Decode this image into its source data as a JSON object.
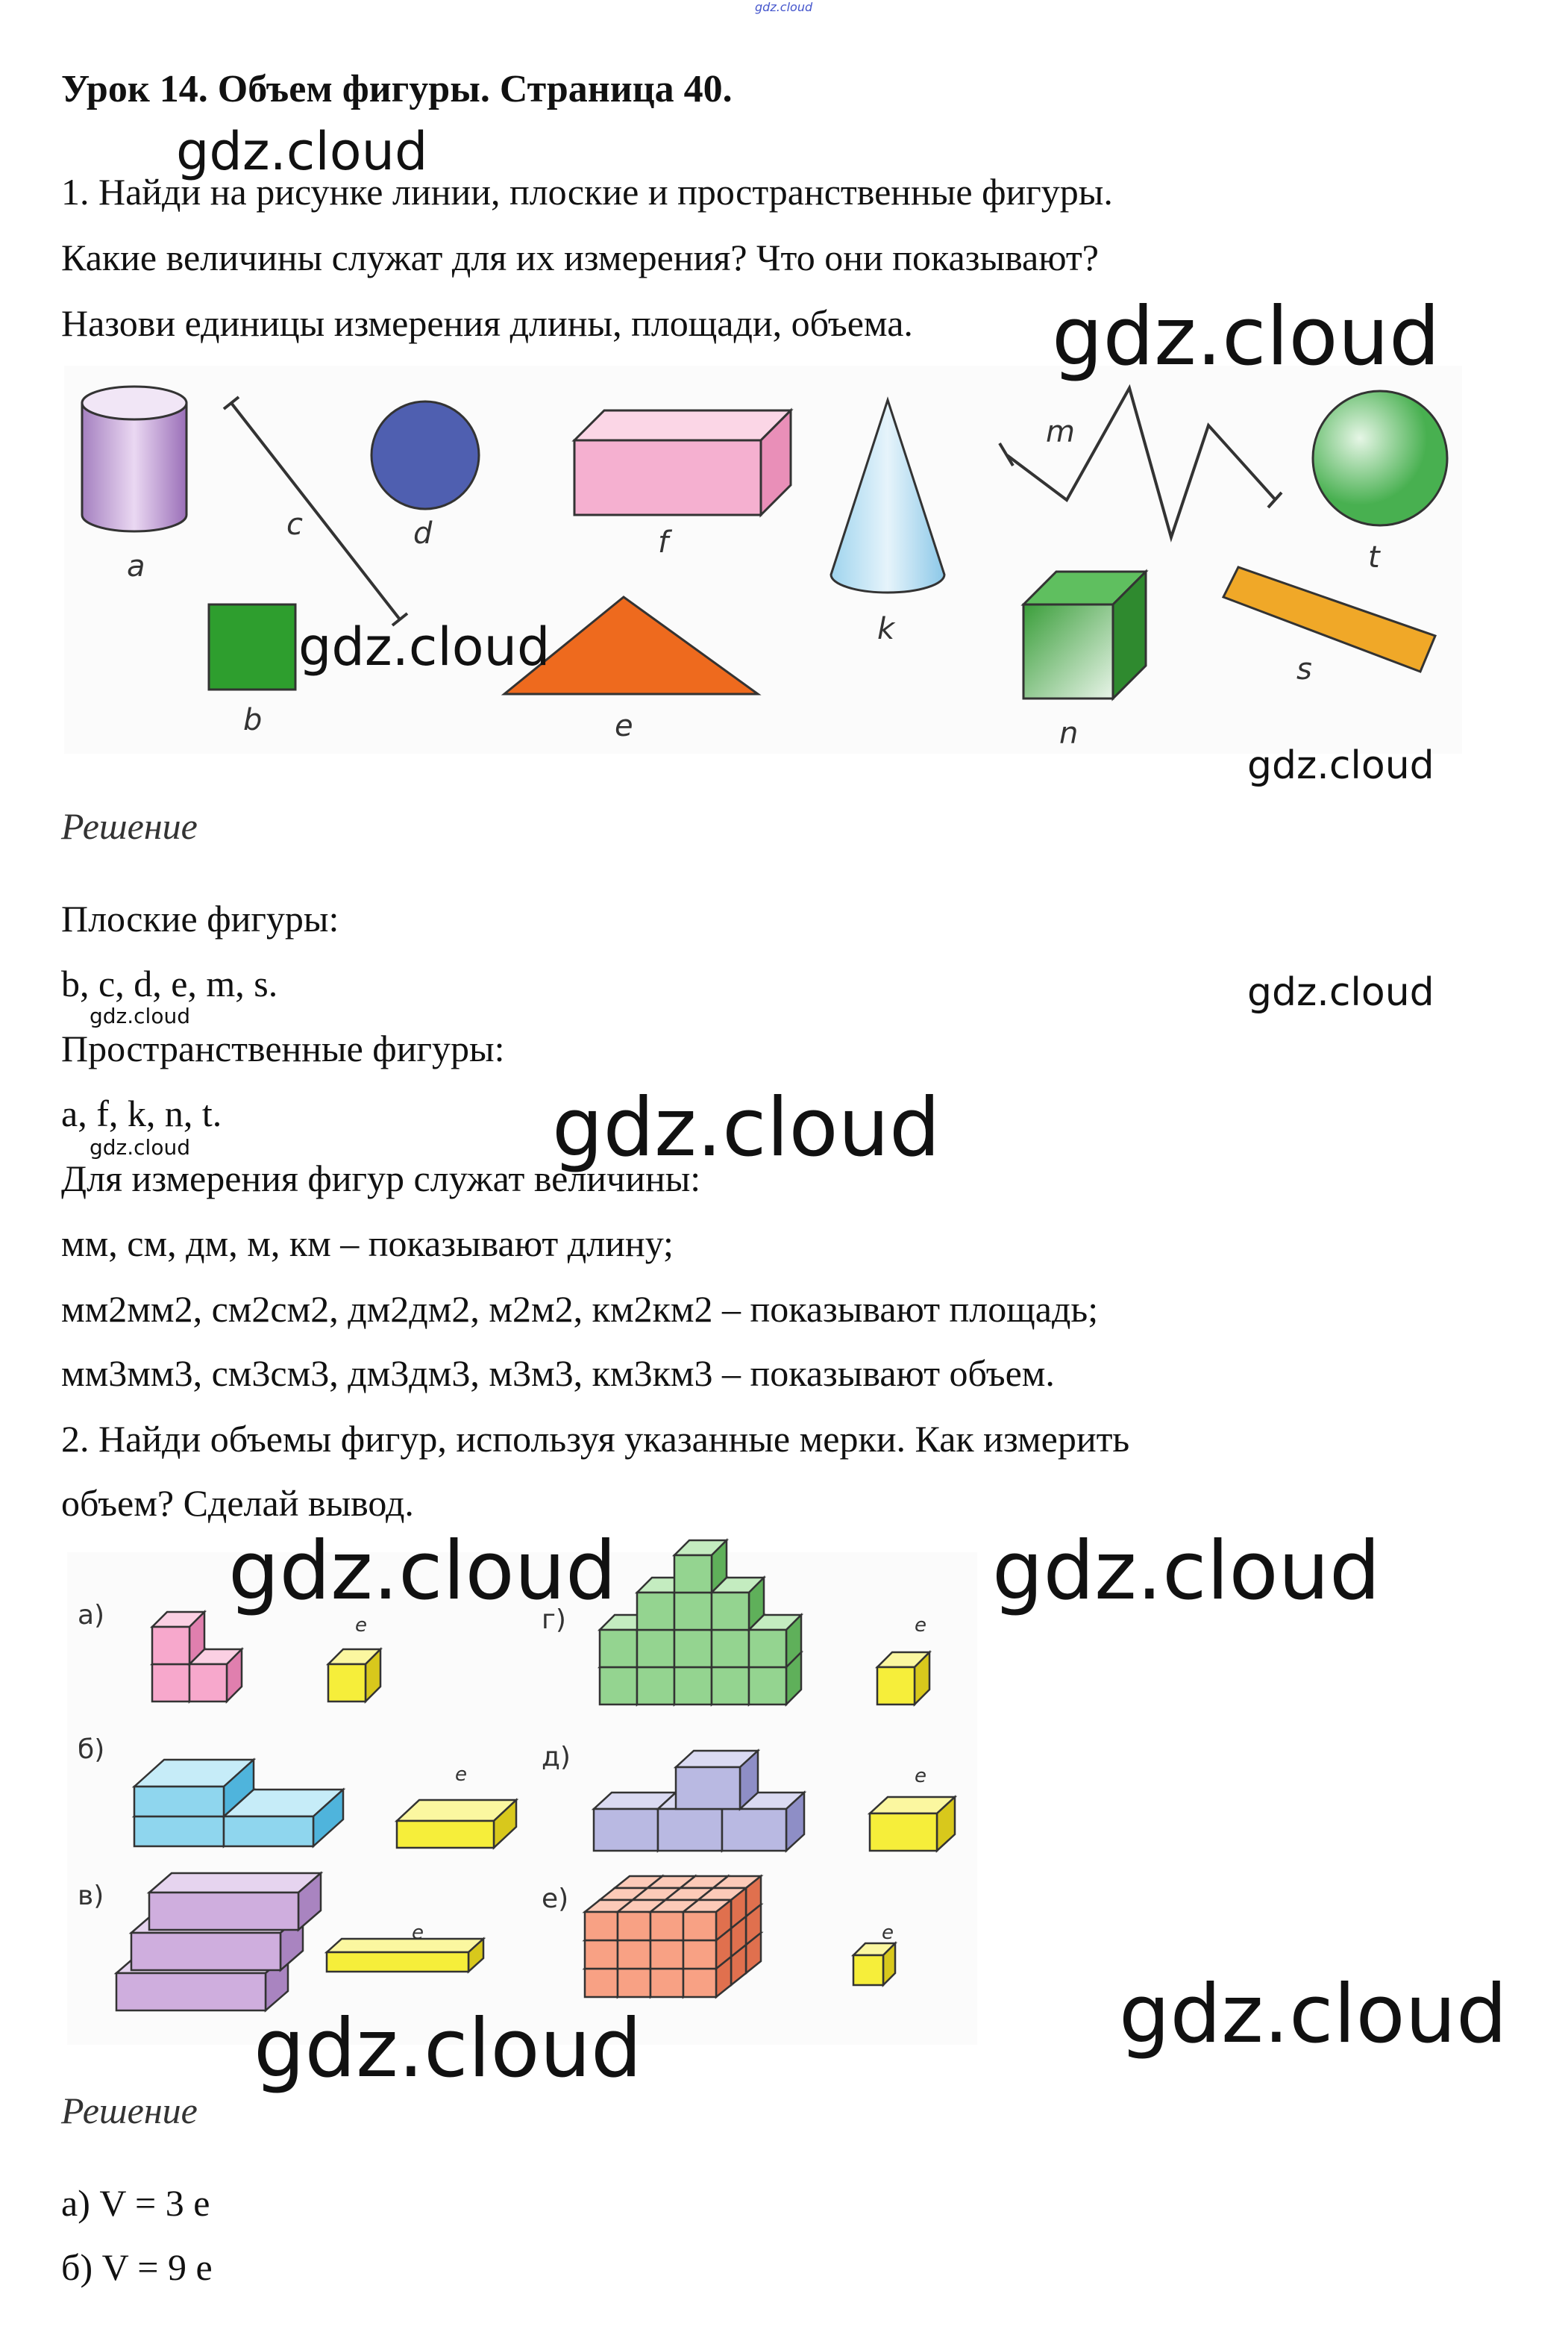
{
  "watermark": "gdz.cloud",
  "title": "Урок 14. Объем фигуры. Страница 40.",
  "task1": {
    "lines": [
      "1. Найди на рисунке линии, плоские и пространственные фигуры.",
      "Какие величины служат для их измерения? Что они показывают?",
      "Назови единицы измерения длины, площади, объема."
    ],
    "figure_labels": {
      "a": "a",
      "b": "b",
      "c": "c",
      "d": "d",
      "e": "e",
      "f": "f",
      "k": "k",
      "m": "m",
      "n": "n",
      "s": "s",
      "t": "t"
    }
  },
  "solution1": {
    "heading": "Решение",
    "lines": [
      "Плоские фигуры:",
      "b, c, d, e, m, s.",
      "Пространственные фигуры:",
      "a, f, k, n, t.",
      "Для измерения фигур служат величины:",
      "мм, см, дм, м, км – показывают длину;",
      "мм2мм2, см2см2, дм2дм2, м2м2, км2км2 – показывают площадь;",
      "мм3мм3, см3см3, дм3дм3, м3м3, км3км3 – показывают объем."
    ]
  },
  "task2": {
    "lines": [
      "2. Найди объемы фигур, используя указанные мерки. Как измерить",
      "объем? Сделай вывод."
    ],
    "part_labels": [
      "а)",
      "б)",
      "в)",
      "г)",
      "д)",
      "е)"
    ],
    "unit_label": "e"
  },
  "solution2": {
    "heading": "Решение",
    "lines": [
      "а)  V = 3 e",
      "б)  V = 9 e"
    ]
  }
}
